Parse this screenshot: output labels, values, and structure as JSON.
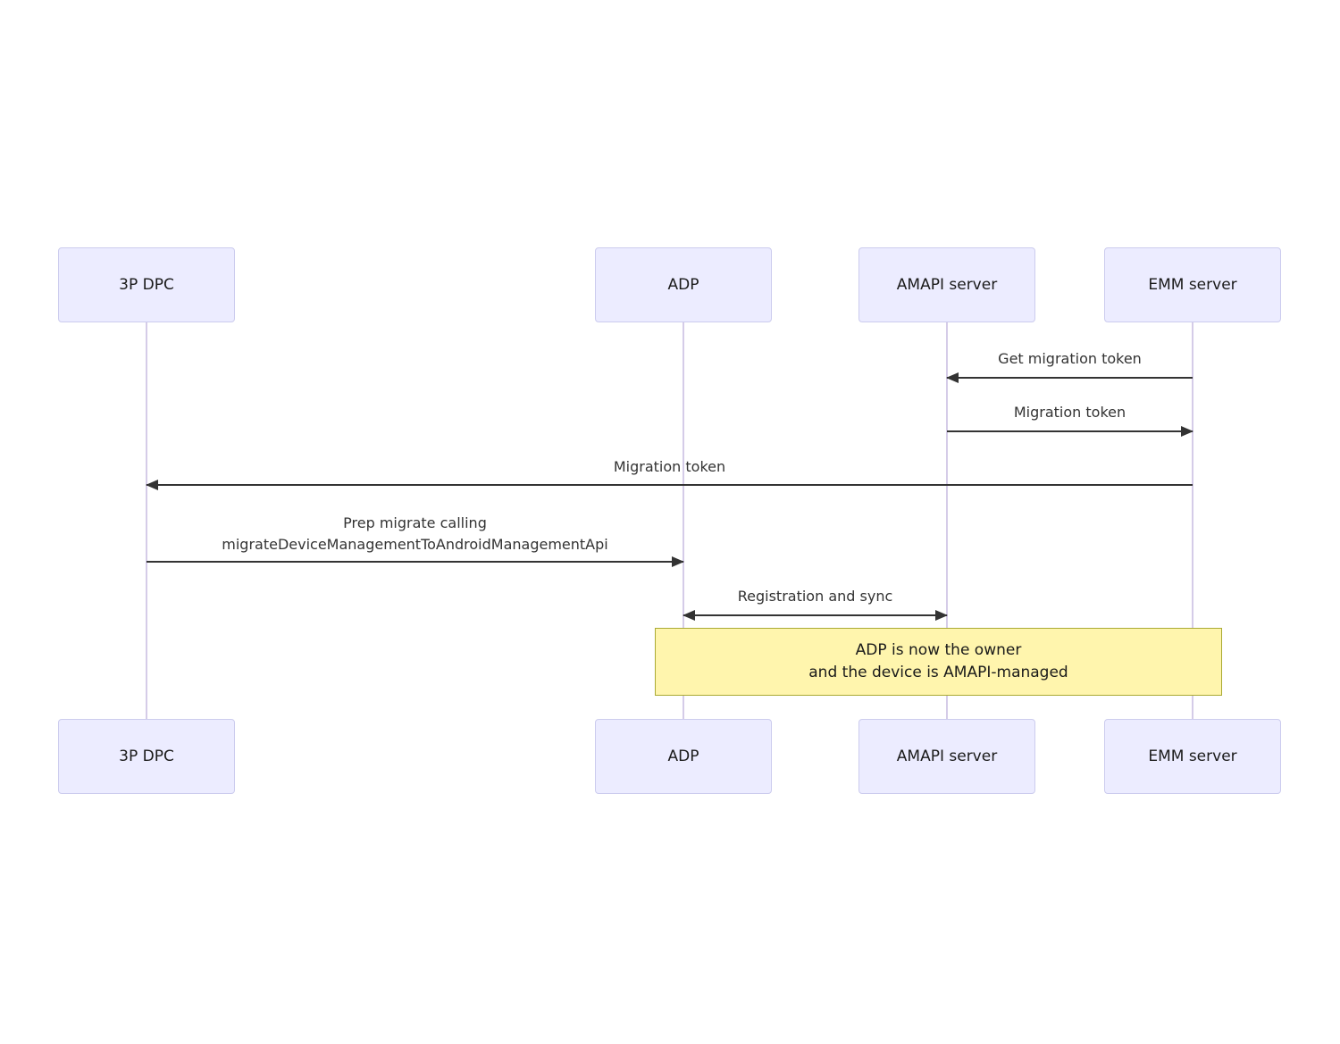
{
  "diagram": {
    "type": "sequence",
    "actors": [
      {
        "label": "3P DPC"
      },
      {
        "label": "ADP"
      },
      {
        "label": "AMAPI server"
      },
      {
        "label": "EMM server"
      }
    ],
    "messages": [
      {
        "label": "Get migration token",
        "from": "EMM server",
        "to": "AMAPI server",
        "direction": "left"
      },
      {
        "label": "Migration token",
        "from": "AMAPI server",
        "to": "EMM server",
        "direction": "right"
      },
      {
        "label": "Migration token",
        "from": "EMM server",
        "to": "3P DPC",
        "direction": "left"
      },
      {
        "lines": [
          "Prep migrate calling",
          "migrateDeviceManagementToAndroidManagementApi"
        ],
        "from": "3P DPC",
        "to": "ADP",
        "direction": "right"
      },
      {
        "label": "Registration and sync",
        "from": "ADP",
        "to": "AMAPI server",
        "direction": "both"
      }
    ],
    "note": {
      "lines": [
        "ADP is now the owner",
        "and the device is AMAPI-managed"
      ],
      "over": [
        "ADP",
        "EMM server"
      ]
    },
    "colors": {
      "actor_fill": "#ECECFF",
      "actor_border": "#CCCCEE",
      "lifeline": "#D5CCE8",
      "arrow": "#333333",
      "text": "#333333",
      "note_fill": "#FFF5AD",
      "note_border": "#AAAA33"
    }
  }
}
